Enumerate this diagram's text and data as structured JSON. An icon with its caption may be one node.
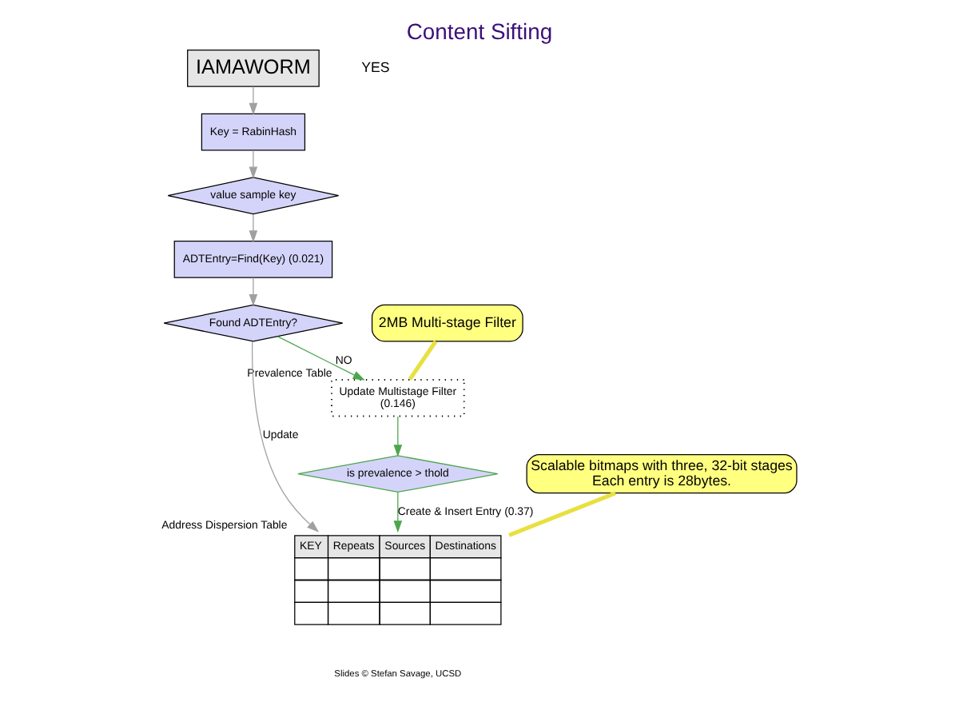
{
  "diagram": {
    "title": "Content Sifting",
    "caption": "Slides © Stefan Savage, UCSD",
    "nodes": [
      {
        "text": [
          "IAMAWORM"
        ]
      },
      {
        "text": [
          "Key = RabinHash"
        ]
      },
      {
        "text": [
          "value sample key"
        ]
      },
      {
        "text": [
          "ADTEntry=Find(Key) (0.021)"
        ]
      },
      {
        "text": [
          "Found ADTEntry?"
        ]
      },
      {
        "text": [
          "Update Multistage Filter",
          "(0.146)"
        ],
        "beside": [
          "Prevalence Table"
        ]
      },
      {
        "text": [
          "is prevalence > thold"
        ]
      },
      {
        "text": [
          "KEY",
          "Repeats",
          "Sources",
          "Destinations"
        ],
        "beside": [
          "Address Dispersion Table"
        ]
      },
      {
        "text": [
          "2MB Multi-stage Filter"
        ]
      },
      {
        "text": [
          "Scalable bitmaps with three, 32-bit stages",
          "Each entry is 28bytes."
        ]
      }
    ],
    "edges": [
      {
        "from": 0,
        "to": 1,
        "arrow": "to"
      },
      {
        "from": 1,
        "to": 2,
        "arrow": "to"
      },
      {
        "from": 2,
        "to": 3,
        "arrow": "to"
      },
      {
        "from": 3,
        "to": 4,
        "arrow": "to"
      },
      {
        "from": 4,
        "to": 5,
        "arrow": "to",
        "label": "NO",
        "color": "#4ca64c"
      },
      {
        "from": 5,
        "to": 6,
        "arrow": "to",
        "color": "#4ca64c"
      },
      {
        "from": 6,
        "to": 7,
        "arrow": "to",
        "label": "Create & Insert Entry (0.37)",
        "color": "#4ca64c"
      },
      {
        "from": 4,
        "to": 7,
        "arrow": "to",
        "label": "Update"
      },
      {
        "from": 8,
        "to": 5,
        "arrow": "none",
        "style": "thick",
        "color": "#e8e040"
      },
      {
        "from": 9,
        "to": 7,
        "arrow": "none",
        "style": "thick",
        "color": "#e8e040"
      }
    ],
    "labels": [
      "YES"
    ]
  }
}
